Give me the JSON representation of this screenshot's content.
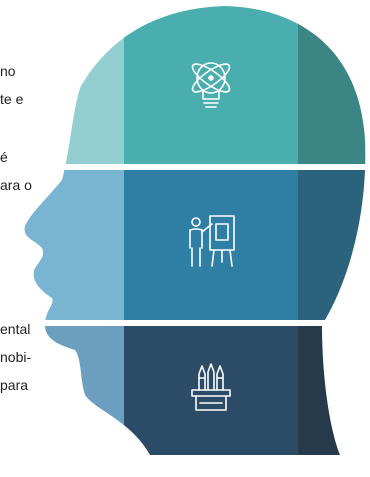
{
  "text_fragments": {
    "line1": "no",
    "line2": "te e",
    "line3": "é",
    "line4": "ara o",
    "line5": "ental",
    "line6": "nobi-",
    "line7": "para"
  },
  "colors": {
    "top_light": "#93cfd1",
    "top_mid": "#4aaeae",
    "top_dark": "#3b8585",
    "mid_light": "#79b4d2",
    "mid_mid": "#2f7fa4",
    "mid_dark": "#2b637d",
    "bot_light": "#6c9ebf",
    "bot_mid": "#2c4b67",
    "bot_dark": "#263a4c",
    "icon": "#ffffff"
  },
  "icons": [
    "lightbulb-atom-icon",
    "presenter-whiteboard-icon",
    "pencil-cup-icon"
  ]
}
